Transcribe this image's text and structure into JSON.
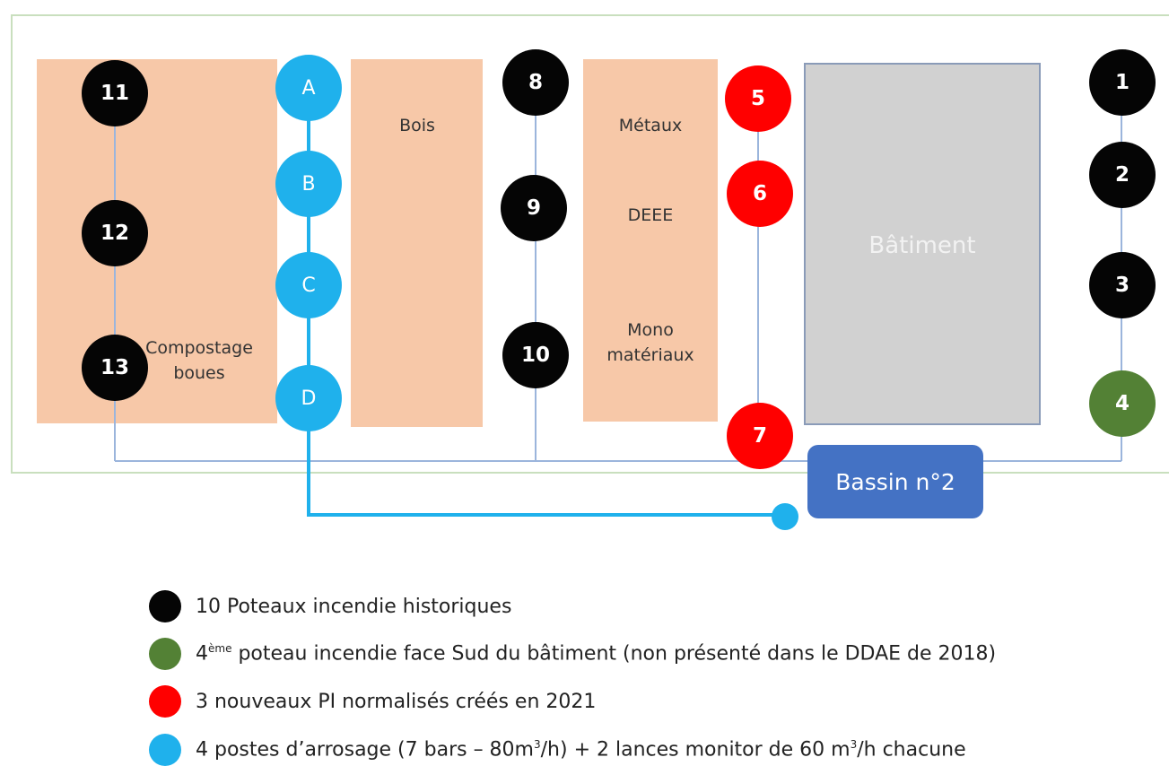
{
  "zones": {
    "compostage": "Compostage\nboues",
    "bois": "Bois",
    "metaux": "Métaux",
    "deee": "DEEE",
    "mono": "Mono\nmatériaux",
    "batiment": "Bâtiment"
  },
  "hydrants": {
    "h1": "1",
    "h2": "2",
    "h3": "3",
    "h4": "4",
    "h5": "5",
    "h6": "6",
    "h7": "7",
    "h8": "8",
    "h9": "9",
    "h10": "10",
    "h11": "11",
    "h12": "12",
    "h13": "13",
    "ha": "A",
    "hb": "B",
    "hc": "C",
    "hd": "D"
  },
  "bassin": "Bassin n°2",
  "legend": {
    "black": "10 Poteaux incendie historiques",
    "green_sup": "ème",
    "green_pre": "4",
    "green_post": " poteau incendie face Sud du bâtiment (non présenté dans le DDAE de 2018)",
    "red": "3 nouveaux PI normalisés créés en 2021",
    "blue_a": "4 postes d’arrosage (7 bars – 80m",
    "blue_sup1": "3",
    "blue_b": "/h) + 2 lances monitor de 60 m",
    "blue_sup2": "3",
    "blue_c": "/h chacune"
  },
  "colors": {
    "historic": "#050505",
    "south": "#538135",
    "new": "#ff0000",
    "sprinkler": "#1fb1ec",
    "basin": "#4472c4",
    "zone": "#f7c8a8",
    "building": "#d1d1d1"
  }
}
